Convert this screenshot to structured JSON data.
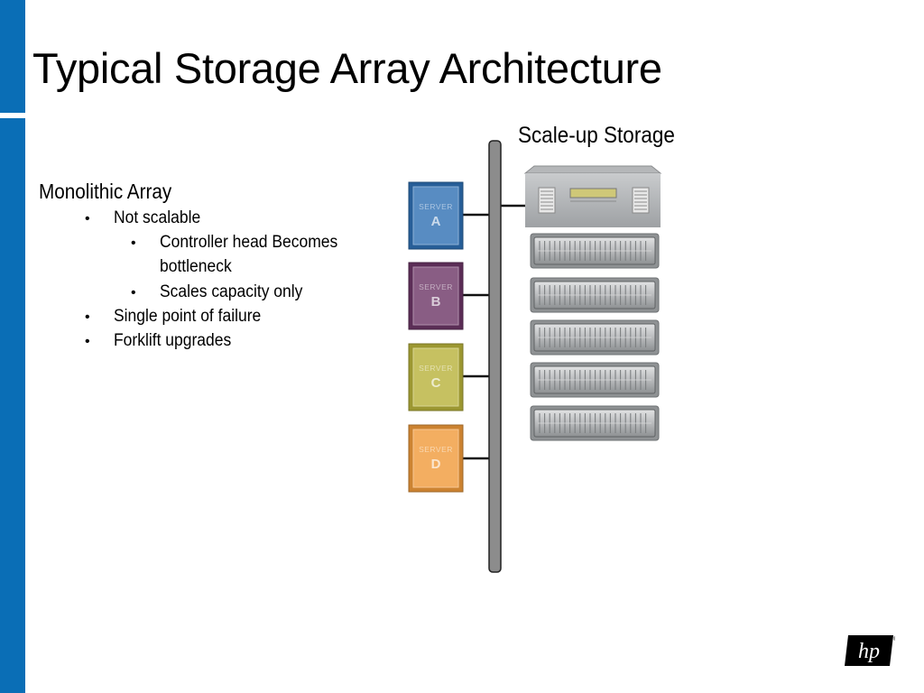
{
  "slide": {
    "title": "Typical Storage Array Architecture",
    "section_heading": "Monolithic Array",
    "bullets": {
      "b1": "Not scalable",
      "b1_1a": "Controller head Becomes",
      "b1_1b": "bottleneck",
      "b1_2": "Scales capacity only",
      "b2": "Single point of failure",
      "b3": "Forklift upgrades"
    },
    "bullet_symbol": "•"
  },
  "diagram": {
    "storage_label": "Scale-up Storage",
    "servers": [
      {
        "word": "SERVER",
        "letter": "A",
        "color": "#2e6fb3"
      },
      {
        "word": "SERVER",
        "letter": "B",
        "color": "#6b3565"
      },
      {
        "word": "SERVER",
        "letter": "C",
        "color": "#b8b23a"
      },
      {
        "word": "SERVER",
        "letter": "D",
        "color": "#f09a3a"
      }
    ],
    "bus_color": "#8c8c8c",
    "disk_shelves": 5
  },
  "logo": {
    "text": "hp",
    "registered": "®"
  }
}
